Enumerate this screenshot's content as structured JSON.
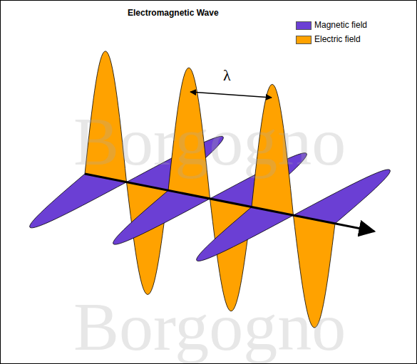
{
  "diagram": {
    "title": "Electromagnetic Wave",
    "labels": [
      "λ",
      "Borgogno",
      "Borgogno"
    ],
    "legend": [
      {
        "text": "Magnetic field",
        "color": "#6b3fd4"
      },
      {
        "text": "Electric field",
        "color": "#ffa200"
      }
    ]
  }
}
